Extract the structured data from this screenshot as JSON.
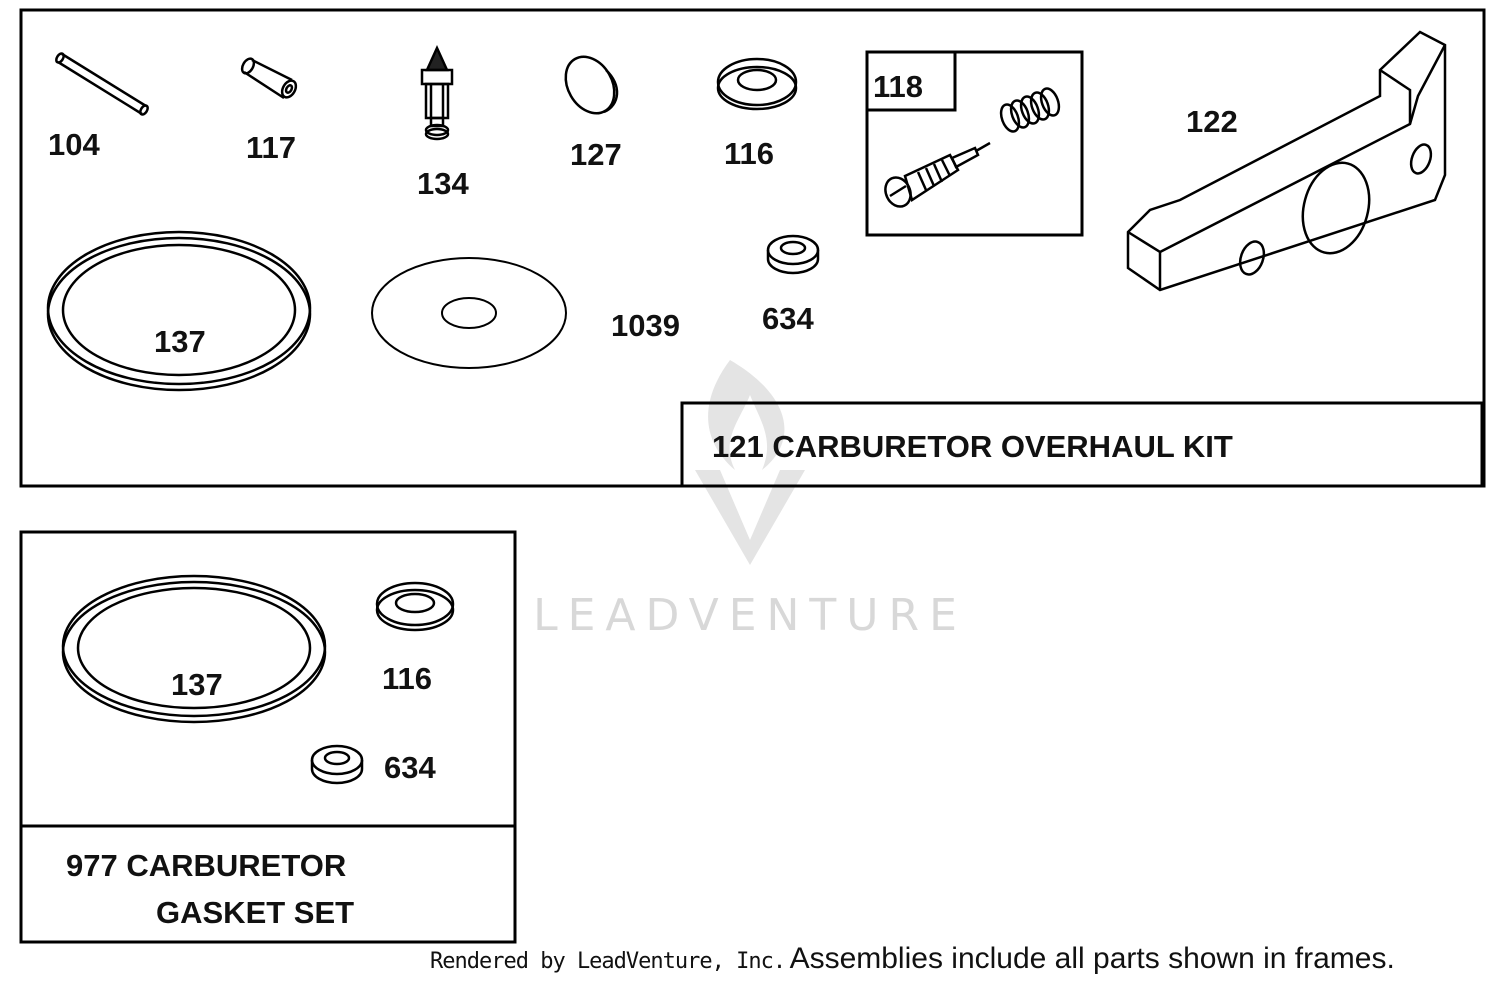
{
  "watermark": {
    "text": "LEADVENTURE"
  },
  "overhaul_kit": {
    "title": "121 CARBURETOR OVERHAUL KIT",
    "part_labels": {
      "pin": "104",
      "bushing": "117",
      "needle": "134",
      "plug": "127",
      "washer": "116",
      "screw_assembly": "118",
      "spacer": "122",
      "gasket_ring": "137",
      "diaphragm": "1039",
      "small_washer": "634"
    }
  },
  "gasket_set": {
    "title_line1": "977 CARBURETOR",
    "title_line2": "GASKET SET",
    "part_labels": {
      "gasket_ring": "137",
      "washer": "116",
      "small_washer": "634"
    }
  },
  "footer": {
    "rendered_by": "Rendered by LeadVenture, Inc.",
    "note": "Assemblies include all parts shown in frames."
  }
}
